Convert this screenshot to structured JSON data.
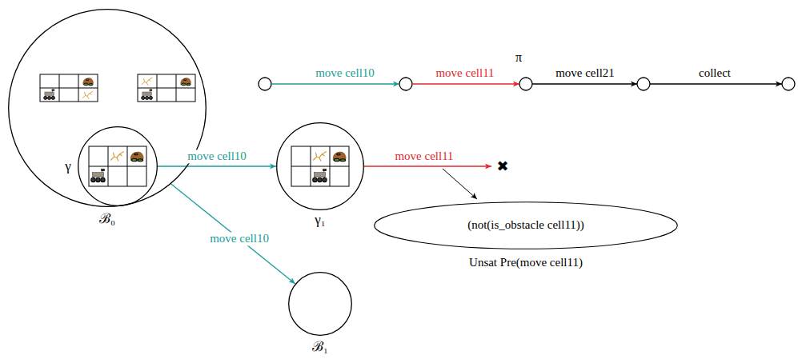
{
  "diagram": {
    "nodes": [
      {
        "text": [
          "ℬ₀"
        ]
      },
      {
        "text": [
          "γ"
        ],
        "in": 0
      },
      {
        "text": [
          "γ₁"
        ]
      },
      {
        "text": [
          "ℬ₁"
        ]
      },
      {
        "text": [
          "(not(is_obstacle cell11))",
          "Unsat Pre(move cell11)"
        ]
      }
    ],
    "edges": [
      {
        "from": 1,
        "to": 2,
        "arrow": "to",
        "label": "move cell10"
      },
      {
        "from": 0,
        "to": 3,
        "arrow": "to",
        "label": "move cell10"
      }
    ],
    "labels": [
      "π",
      "move cell10",
      "move cell11",
      "move cell21",
      "collect",
      "move cell11",
      "✖"
    ]
  }
}
